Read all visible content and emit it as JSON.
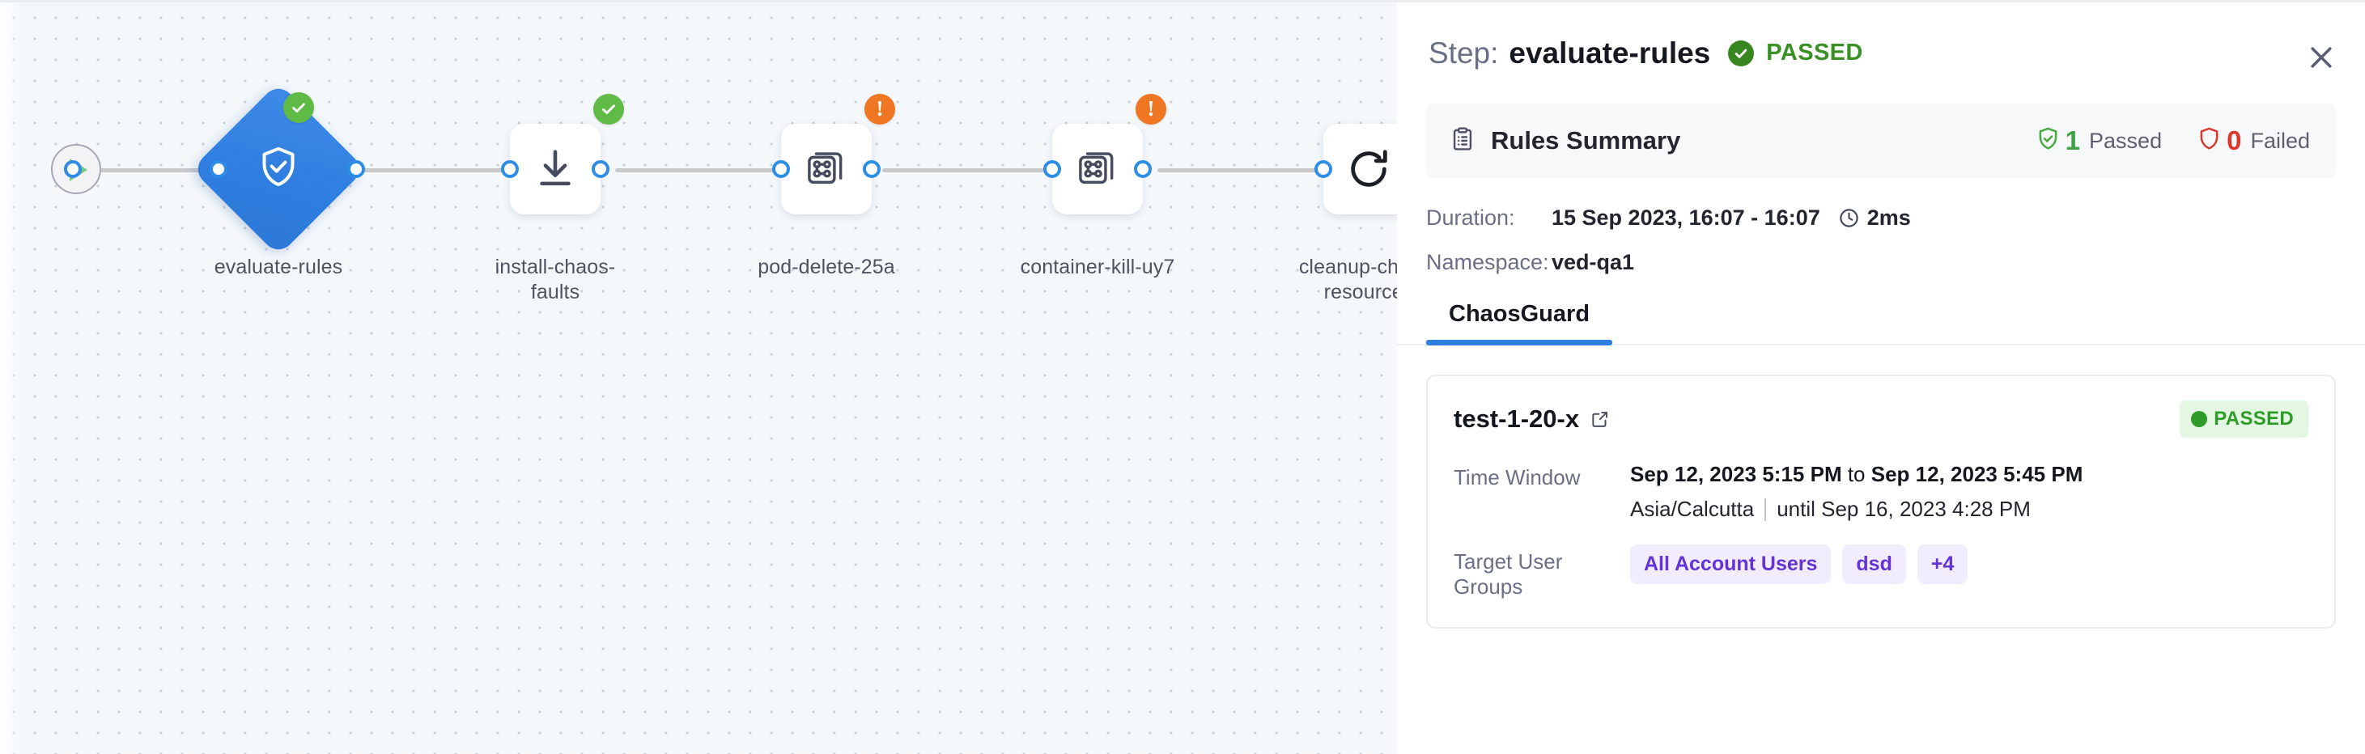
{
  "canvas": {
    "start_node": {
      "icon": "play-icon",
      "name": "pipeline-start"
    },
    "nodes": [
      {
        "id": "evaluate-rules",
        "label": "evaluate-rules",
        "shape": "diamond",
        "icon": "shield-check-icon",
        "status": "success",
        "badge": "check"
      },
      {
        "id": "install-chaos-faults",
        "label": "install-chaos-faults",
        "shape": "box",
        "icon": "download-icon",
        "status": "success",
        "badge": "check"
      },
      {
        "id": "pod-delete-25a",
        "label": "pod-delete-25a",
        "shape": "box",
        "icon": "chaos-fault-icon",
        "status": "warning",
        "badge": "exclamation"
      },
      {
        "id": "container-kill-uy7",
        "label": "container-kill-uy7",
        "shape": "box",
        "icon": "chaos-fault-icon",
        "status": "warning",
        "badge": "exclamation"
      },
      {
        "id": "cleanup-chaos-resources",
        "label": "cleanup-chaos-resources",
        "shape": "box",
        "icon": "refresh-icon",
        "status": "success",
        "badge": "check"
      }
    ]
  },
  "panel": {
    "header": {
      "step_prefix": "Step:",
      "step_name": "evaluate-rules",
      "status_text": "PASSED",
      "status_icon": "check-circle-icon",
      "close_icon": "close-icon"
    },
    "rules_summary": {
      "icon": "clipboard-list-icon",
      "title": "Rules Summary",
      "passed_count": "1",
      "passed_label": "Passed",
      "passed_icon": "shield-check-icon",
      "failed_count": "0",
      "failed_label": "Failed",
      "failed_icon": "shield-icon"
    },
    "meta": {
      "duration_key": "Duration:",
      "duration_value": "15 Sep 2023, 16:07 - 16:07",
      "duration_clock_icon": "clock-icon",
      "duration_elapsed": "2ms",
      "namespace_key": "Namespace:",
      "namespace_value": "ved-qa1"
    },
    "tabs": [
      {
        "id": "chaosguard",
        "label": "ChaosGuard",
        "active": true
      }
    ],
    "result_card": {
      "title": "test-1-20-x",
      "external_link_icon": "external-link-icon",
      "status_badge": "PASSED",
      "time_window_key": "Time Window",
      "time_window_start": "Sep 12, 2023 5:15 PM",
      "time_window_joiner": " to ",
      "time_window_end": "Sep 12, 2023 5:45 PM",
      "timezone": "Asia/Calcutta",
      "until_text": "until Sep 16, 2023 4:28 PM",
      "target_groups_key": "Target User Groups",
      "target_groups": [
        "All Account Users",
        "dsd",
        "+4"
      ]
    }
  },
  "colors": {
    "accent_blue": "#2d7ee0",
    "success_green": "#60bb46",
    "warning_orange": "#ef7622",
    "fail_red": "#d9382b",
    "chip_purple": "#6433d6"
  }
}
